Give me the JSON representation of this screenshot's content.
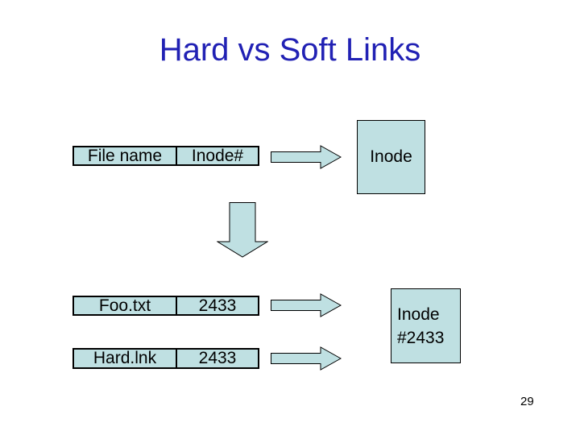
{
  "slide": {
    "title": "Hard vs Soft Links",
    "page_number": "29"
  },
  "colors": {
    "accent_blue": "#2121B4",
    "shape_fill": "#BFE0E2",
    "shape_stroke": "#000000",
    "text_color": "#000000",
    "background": "#FFFFFF"
  },
  "diagram": {
    "header_table": {
      "file_name_header": "File name",
      "inode_header": "Inode#"
    },
    "inode_box": {
      "label": "Inode"
    },
    "rows": [
      {
        "file_name": "Foo.txt",
        "inode": "2433"
      },
      {
        "file_name": "Hard.lnk",
        "inode": "2433"
      }
    ],
    "inode_2433_box": {
      "line1": "Inode",
      "line2": "#2433"
    }
  },
  "icons": {
    "right_arrow": "right-block-arrow",
    "down_arrow": "down-block-arrow"
  }
}
